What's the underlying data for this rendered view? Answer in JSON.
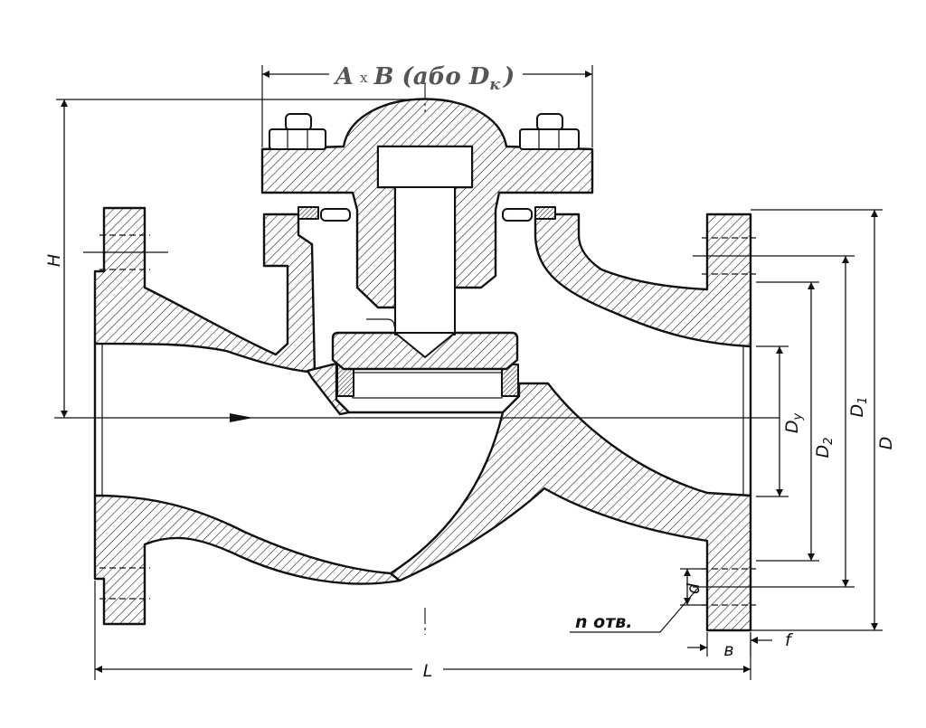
{
  "labels": {
    "top_size": {
      "a": "A",
      "times": "x",
      "b": "B (або D",
      "sub": "к",
      "close": ")"
    },
    "height": "H",
    "length": "L",
    "d_nominal": {
      "main": "D",
      "sub": "у"
    },
    "d_face": {
      "main": "D",
      "sub": "2"
    },
    "d_bolt_circle": {
      "main": "D",
      "sub": "1"
    },
    "d_outer": "D",
    "hole_diameter": "d",
    "holes": "n отв.",
    "flange_thickness": "в",
    "face_height": "f"
  },
  "colors": {
    "ink": "#111111",
    "title": "#555555",
    "paper": "#ffffff"
  }
}
